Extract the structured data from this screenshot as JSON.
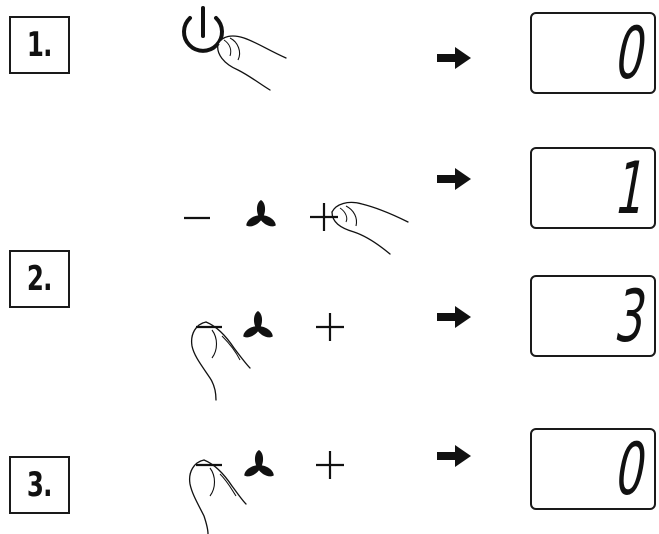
{
  "steps": [
    {
      "label": "1.",
      "rows": [
        {
          "display": "0"
        }
      ]
    },
    {
      "label": "2.",
      "rows": [
        {
          "display": "1"
        },
        {
          "display": "3"
        }
      ]
    },
    {
      "label": "3.",
      "rows": [
        {
          "display": "0"
        }
      ]
    }
  ],
  "icons": {
    "power": "power-icon",
    "fan": "fan-icon",
    "minus": "minus-icon",
    "plus": "plus-icon",
    "arrow": "arrow-right-icon",
    "finger": "finger-icon"
  },
  "colors": {
    "ink": "#111111",
    "background": "#ffffff"
  }
}
